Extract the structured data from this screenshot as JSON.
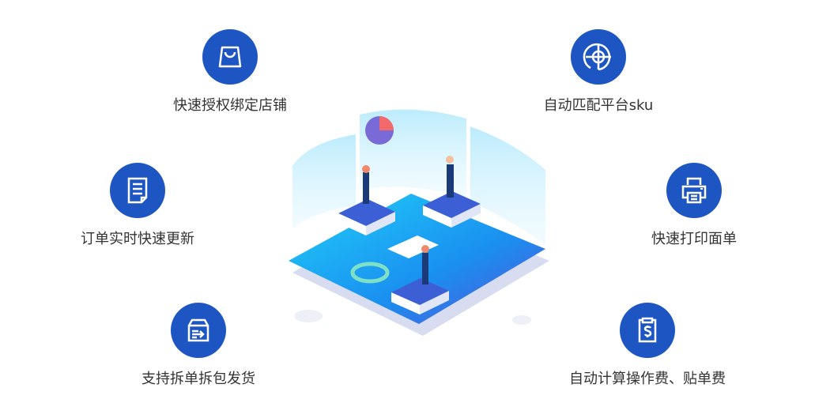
{
  "features": [
    {
      "label": "快速授权绑定店铺",
      "icon": "shopping-bag-icon"
    },
    {
      "label": "订单实时快速更新",
      "icon": "document-icon"
    },
    {
      "label": "支持拆单拆包发货",
      "icon": "box-arrow-icon"
    },
    {
      "label": "自动匹配平台sku",
      "icon": "target-icon"
    },
    {
      "label": "快速打印面单",
      "icon": "printer-icon"
    },
    {
      "label": "自动计算操作费、贴单费",
      "icon": "dollar-clipboard-icon"
    }
  ],
  "colors": {
    "accent": "#1d56c2",
    "platform": "#18a8f0",
    "text": "#333333"
  }
}
